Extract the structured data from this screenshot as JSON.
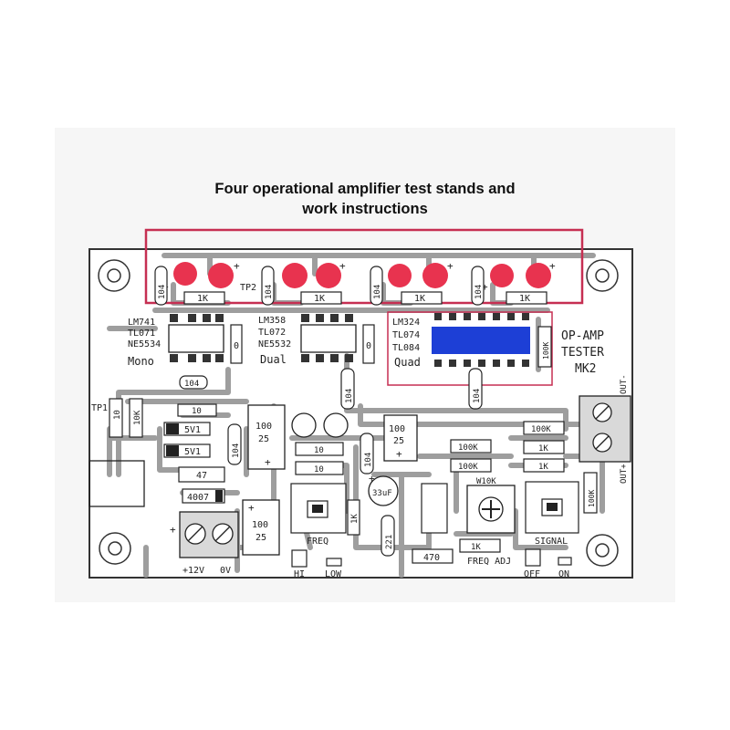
{
  "title": {
    "line1": "Four operational amplifier test stands and",
    "line2": "work instructions"
  },
  "colors": {
    "board": "#ffffff",
    "trace": "#9e9e9e",
    "silk": "#222222",
    "led": "#e8334f",
    "highlight_box": "#c62f52",
    "quad_ic": "#1d3fd6",
    "band": "#f6f6f6"
  },
  "board": {
    "tp1": "TP1",
    "tp2": "TP2",
    "mono": {
      "chips": [
        "LM741",
        "TL071",
        "NE5534"
      ],
      "label": "Mono"
    },
    "dual": {
      "chips": [
        "LM358",
        "TL072",
        "NE5532"
      ],
      "label": "Dual"
    },
    "quad": {
      "chips": [
        "LM324",
        "TL074",
        "TL084"
      ],
      "label": "Quad"
    },
    "tester_title": [
      "OP-AMP",
      "TESTER",
      "MK2"
    ],
    "out_minus": "OUT-",
    "out_plus": "OUT+",
    "power": {
      "v12": "+12V",
      "v0": "0V",
      "diode": "4007"
    },
    "freq": {
      "label": "FREQ",
      "hi": "HI",
      "low": "LOW",
      "adj": "FREQ ADJ",
      "pot": "W10K"
    },
    "signal": {
      "label": "SIGNAL",
      "off": "OFF",
      "on": "ON"
    },
    "values": {
      "r1k": "1K",
      "c104": "104",
      "r10": "10",
      "r10k": "10K",
      "z5v1": "5V1",
      "r47": "47",
      "c100": "100",
      "c25": "25",
      "r100k": "100K",
      "c33uf": "33uF",
      "c221": "221",
      "r470": "470",
      "zero": "0",
      "plus": "+"
    }
  }
}
